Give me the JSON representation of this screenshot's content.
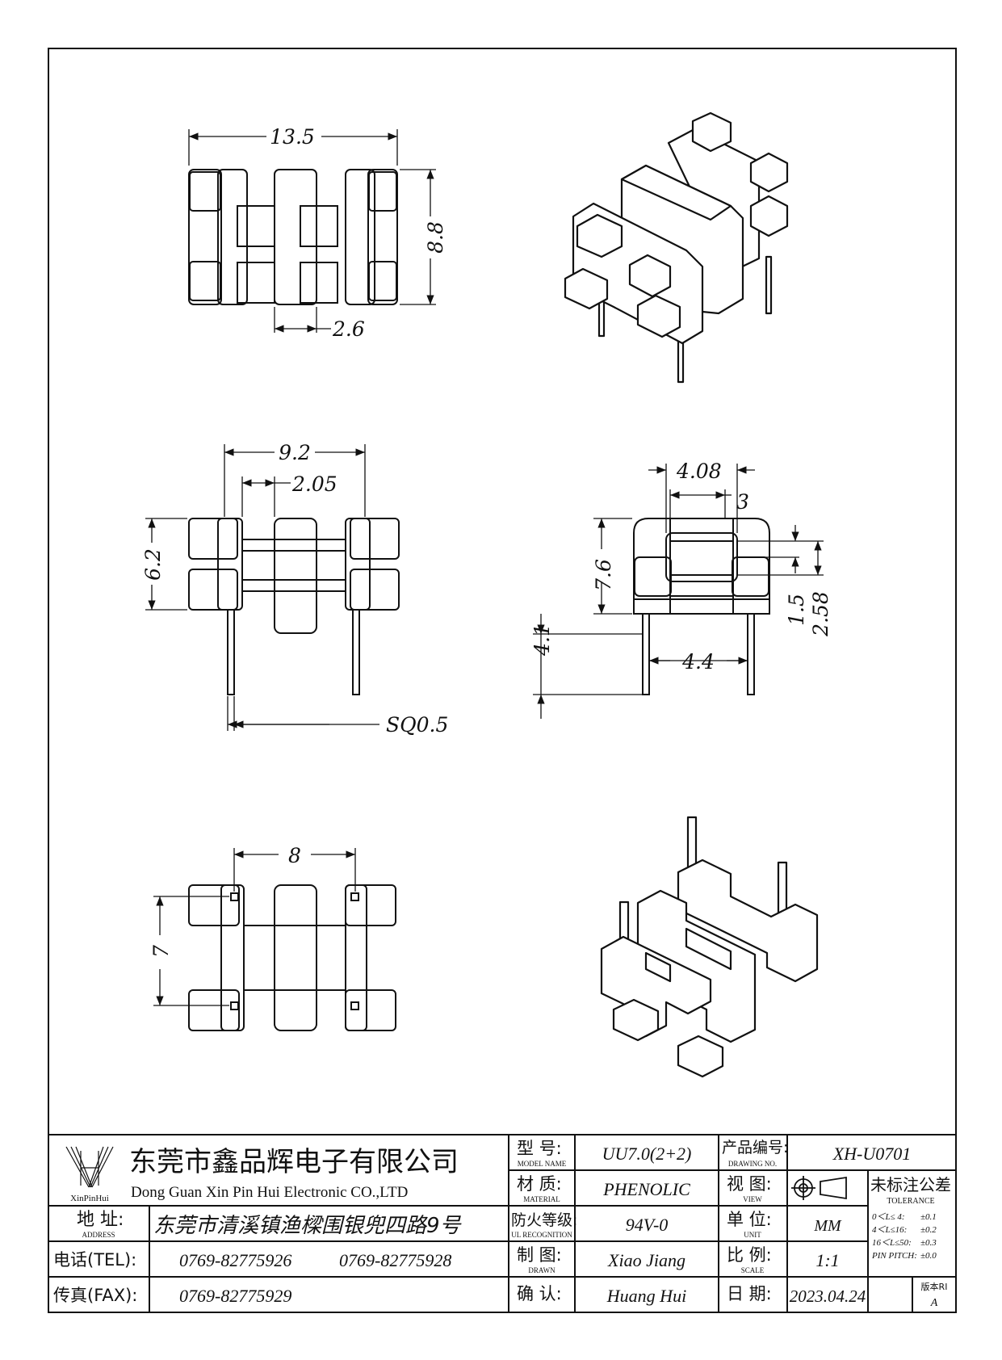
{
  "dimensions": {
    "top_width": "13.5",
    "top_height": "8.8",
    "top_flange": "2.6",
    "front_width": "9.2",
    "front_flange": "2.05",
    "front_height": "6.2",
    "pin_size": "SQ0.5",
    "side_top": "4.08",
    "side_window": "3",
    "side_height": "7.6",
    "side_pin_len": "4.1",
    "side_pin_span": "4.4",
    "side_a": "1.5",
    "side_b": "2.58",
    "bottom_pitch_x": "8",
    "bottom_pitch_y": "7"
  },
  "title_block": {
    "company_cn": "东莞市鑫品辉电子有限公司",
    "company_en": "Dong Guan Xin Pin Hui Electronic CO.,LTD",
    "logo_text": "XinPinHui",
    "address_label_cn": "地  址:",
    "address_label_en": "ADDRESS",
    "address": "东莞市清溪镇渔樑围银兜四路9号",
    "tel_label": "电话(TEL):",
    "tel1": "0769-82775926",
    "tel2": "0769-82775928",
    "fax_label": "传真(FAX):",
    "fax": "0769-82775929",
    "model_label_cn": "型  号:",
    "model_label_en": "MODEL NAME",
    "model": "UU7.0(2+2)",
    "material_label_cn": "材  质:",
    "material_label_en": "MATERIAL",
    "material": "PHENOLIC",
    "ul_label_cn": "防火等级:",
    "ul_label_en": "UL RECOGNITION",
    "ul": "94V-0",
    "drawn_label_cn": "制  图:",
    "drawn_label_en": "DRAWN",
    "drawn": "Xiao Jiang",
    "confirm_label_cn": "确  认:",
    "confirm": "Huang Hui",
    "drawing_no_label_cn": "产品编号:",
    "drawing_no_label_en": "DRAWING NO.",
    "drawing_no": "XH-U0701",
    "view_label_cn": "视  图:",
    "view_label_en": "VIEW",
    "unit_label_cn": "单  位:",
    "unit_label_en": "UNIT",
    "unit": "MM",
    "scale_label_cn": "比  例:",
    "scale_label_en": "SCALE",
    "scale": "1:1",
    "date_label_cn": "日  期:",
    "date": "2023.04.24",
    "tolerance_title_cn": "未标注公差",
    "tolerance_title_en": "TOLERANCE",
    "tol_rows": [
      {
        "range": "0＜L≤ 4:",
        "value": "±0.1"
      },
      {
        "range": "4＜L≤16:",
        "value": "±0.2"
      },
      {
        "range": "16＜L≤50:",
        "value": "±0.3"
      },
      {
        "range": "PIN PITCH:",
        "value": "±0.0"
      }
    ],
    "revision_label": "版本RI",
    "revision": "A"
  }
}
